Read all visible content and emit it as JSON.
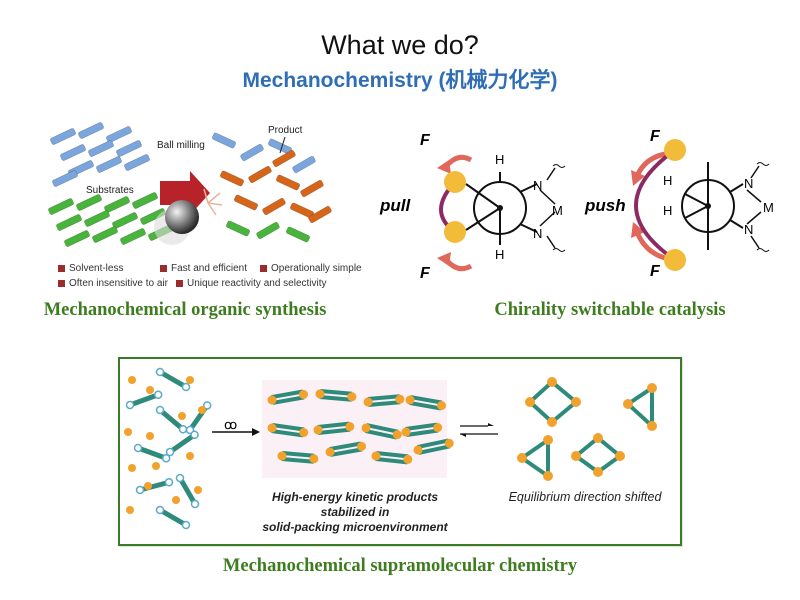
{
  "header": {
    "title": "What we do?",
    "subtitle": "Mechanochemistry (机械力化学)"
  },
  "panel_synthesis": {
    "caption": "Mechanochemical organic synthesis",
    "labels": {
      "ball_milling": "Ball milling",
      "product": "Product",
      "substrates": "Substrates"
    },
    "features": [
      "Solvent-less",
      "Fast and efficient",
      "Operationally simple",
      "Often insensitive to air",
      "Unique reactivity and selectivity"
    ]
  },
  "panel_chirality": {
    "caption": "Chirality switchable catalysis",
    "labels": {
      "force_symbol": "F",
      "pull": "pull",
      "push": "push",
      "hydrogen": "H",
      "nitrogen": "N",
      "metal": "M"
    }
  },
  "panel_supramolecular": {
    "caption": "Mechanochemical supramolecular chemistry",
    "center_caption_lines": [
      "High-energy kinetic products",
      "stabilized in",
      "solid-packing microenvironment"
    ],
    "right_caption": "Equilibrium direction shifted",
    "milling_symbol": "ꝏ"
  },
  "colors": {
    "title_blue": "#2f6eb5",
    "caption_green": "#3e7d1f",
    "rod_teal": "#2e8a7a",
    "ball_orange": "#f0a22c",
    "arrow_red": "#e0685a",
    "chain_purple": "#8e2a63",
    "rod_blue": "#7ba5dd",
    "rod_green": "#48b43b",
    "rod_orange": "#d6651a"
  }
}
